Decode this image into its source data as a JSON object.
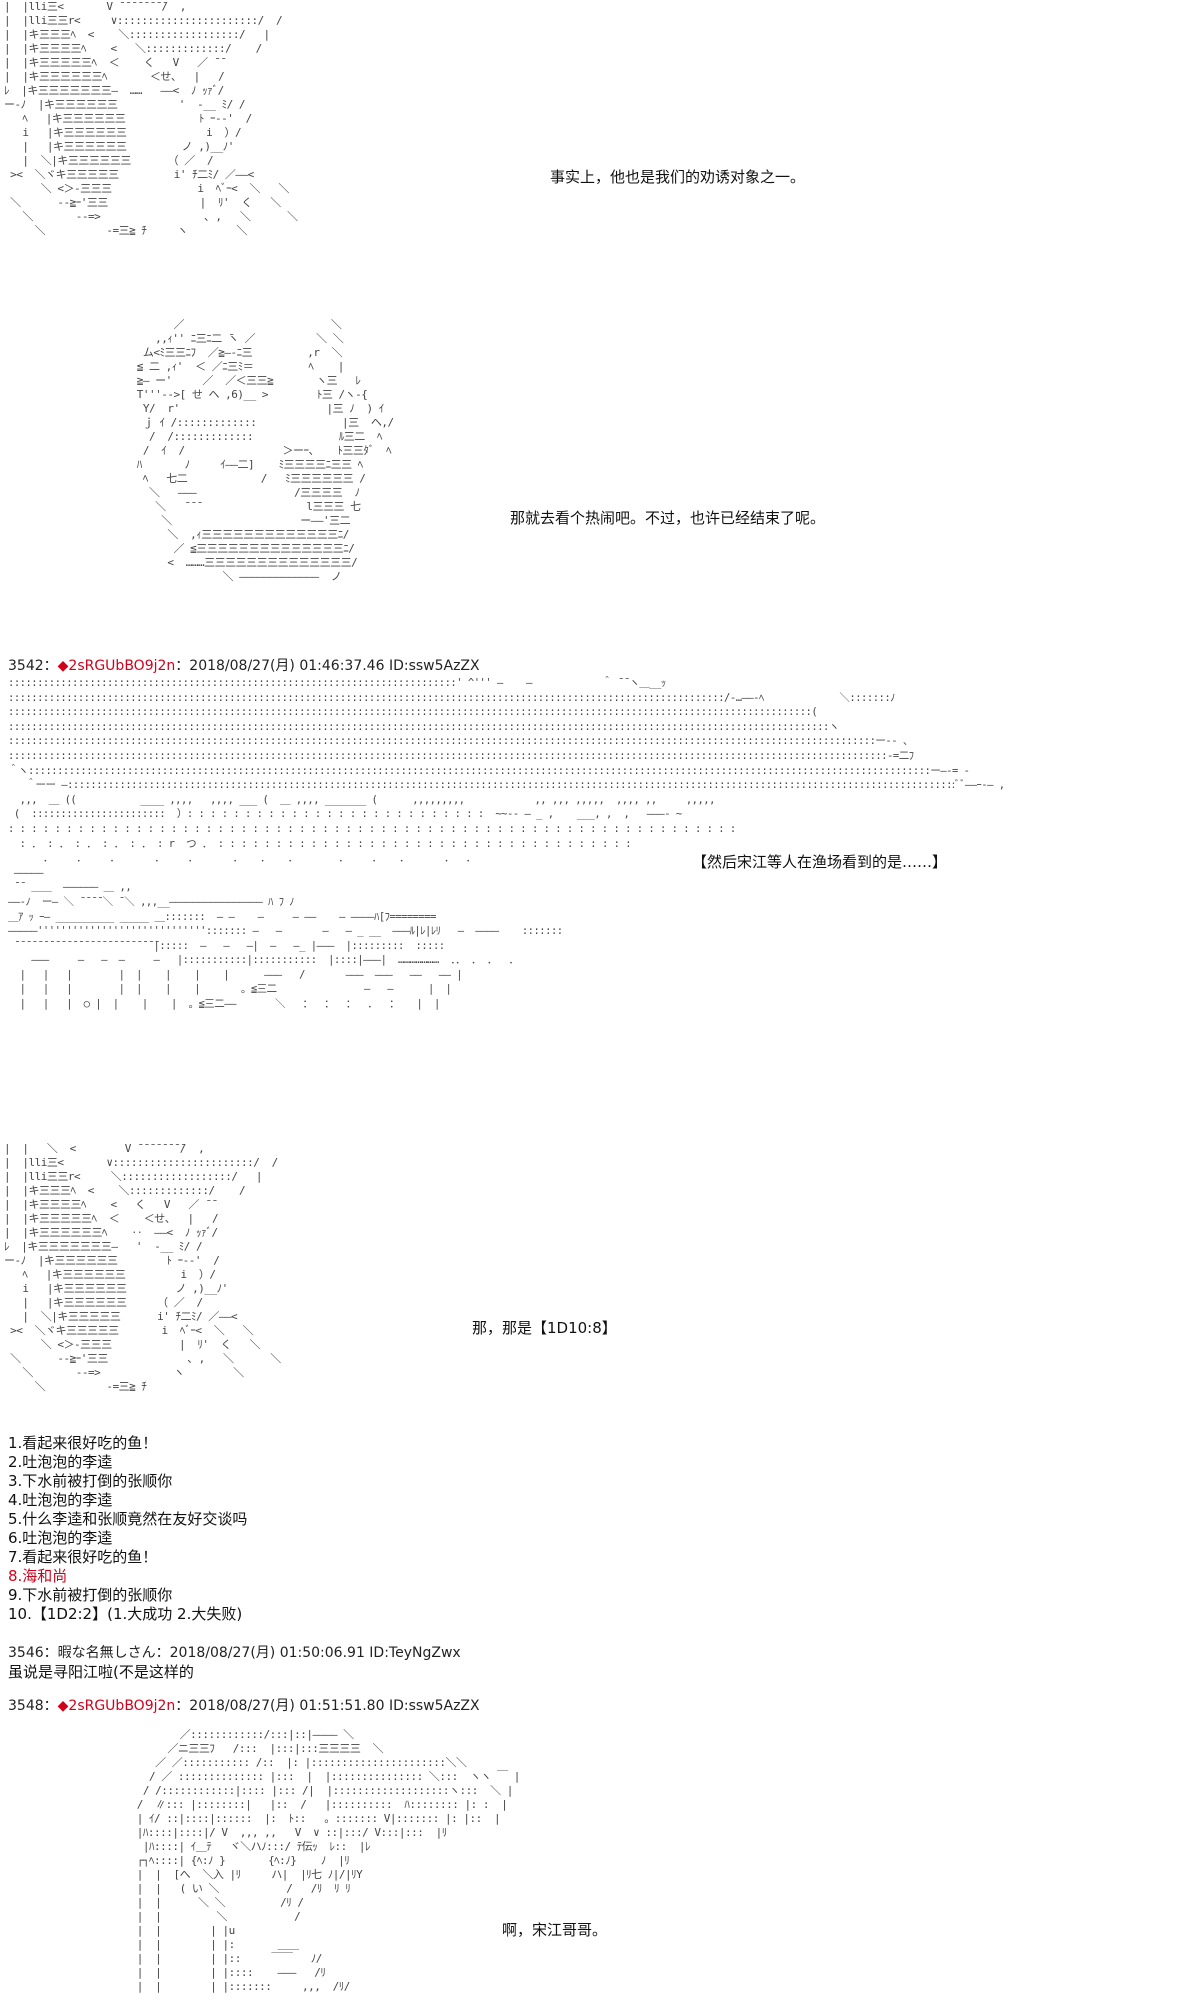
{
  "dialogues": {
    "d1": "事实上，他也是我们的劝诱对象之一。",
    "d2": "那就去看个热闹吧。不过，也许已经结束了呢。",
    "d3": "【然后宋江等人在渔场看到的是……】",
    "d4": "那，那是【1D10:8】",
    "d5": "啊，宋江哥哥。"
  },
  "posts": [
    {
      "number": "3542",
      "sep": "：",
      "name": "◆2sRGUbBO9j2n",
      "date": "：2018/08/27(月) 01:46:37.46 ID:ssw5AzZX"
    },
    {
      "number": "3546",
      "sep": "：",
      "name": "暇な名無しさん",
      "date": "：2018/08/27(月) 01:50:06.91 ID:TeyNgZwx",
      "body": "虽说是寻阳江啦(不是这样的"
    },
    {
      "number": "3548",
      "sep": "：",
      "name": "◆2sRGUbBO9j2n",
      "date": "：2018/08/27(月) 01:51:51.80 ID:ssw5AzZX"
    }
  ],
  "choices": [
    "1.看起来很好吃的鱼！",
    "2.吐泡泡的李逵",
    "3.下水前被打倒的张顺你",
    "4.吐泡泡的李逵",
    "5.什么李逵和张顺竟然在友好交谈吗",
    "6.吐泡泡的李逵",
    "7.看起来很好吃的鱼！",
    "8.海和尚",
    "9.下水前被打倒的张顺你",
    "10.【1D2:2】(1.大成功  2.大失败)"
  ],
  "highlight_color": "#d0021b"
}
